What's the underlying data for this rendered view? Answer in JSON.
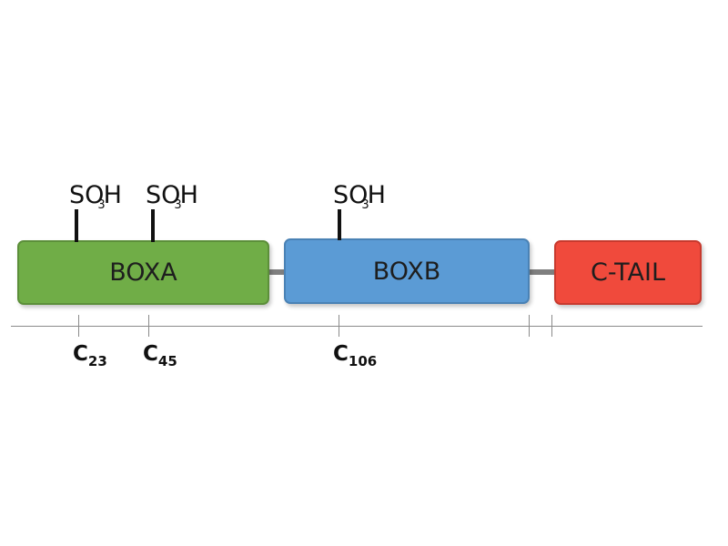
{
  "domains": [
    {
      "label": "BOXA",
      "color": "#70ad47"
    },
    {
      "label": "BOXB",
      "color": "#5b9bd5"
    },
    {
      "label": "C-TAIL",
      "color": "#f04a3c"
    }
  ],
  "modifications": [
    {
      "text_main": "SO",
      "text_sub": "3",
      "text_end": "H"
    },
    {
      "text_main": "SO",
      "text_sub": "3",
      "text_end": "H"
    },
    {
      "text_main": "SO",
      "text_sub": "3",
      "text_end": "H"
    }
  ],
  "cysteines": [
    {
      "letter": "C",
      "number": "23"
    },
    {
      "letter": "C",
      "number": "45"
    },
    {
      "letter": "C",
      "number": "106"
    }
  ]
}
